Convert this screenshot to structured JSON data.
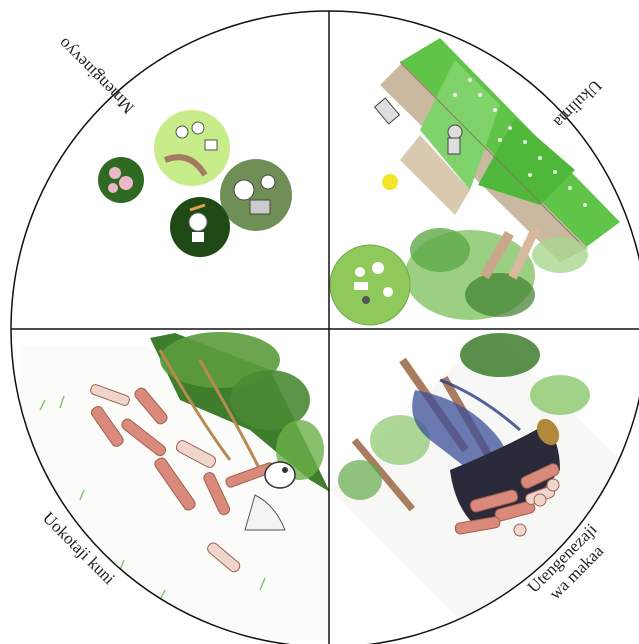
{
  "diagram": {
    "quadrants": [
      {
        "id": "top-left",
        "label": "Mmenginevyo"
      },
      {
        "id": "top-right",
        "label": "Ukulima"
      },
      {
        "id": "bottom-left",
        "label": "Uokotaji kuni"
      },
      {
        "id": "bottom-right",
        "label_line1": "Utengenezaji",
        "label_line2": "wa makaa"
      }
    ],
    "colors": {
      "outline": "#111111",
      "field_green": "#5fc447",
      "field_light": "#9fe08a",
      "path_tan": "#c9b9a0",
      "sun_yellow": "#f3e52a",
      "foliage_dark": "#3d7d2b",
      "foliage_light": "#8ac76c",
      "wood_pink": "#d98a7a",
      "wood_light": "#eed6cc",
      "smoke_blue": "#3c4f9a",
      "kiln_dark": "#2b2a3a",
      "trunk_brown": "#a97c5e"
    },
    "icons": [
      "crop-field-icon",
      "sun-icon",
      "tree-icon",
      "firewood-log-icon",
      "charcoal-kiln-icon",
      "smoke-icon",
      "vignette-circle-icon"
    ]
  }
}
